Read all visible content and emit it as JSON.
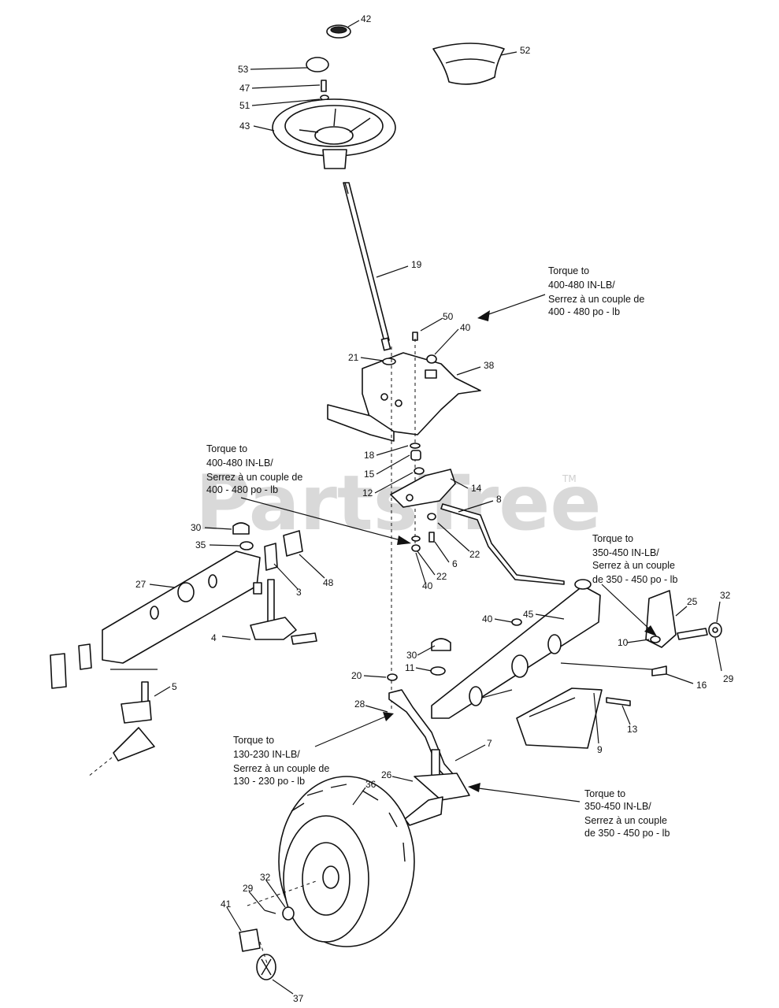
{
  "watermark": {
    "text": "PartsTree",
    "tm": "TM"
  },
  "callouts": {
    "c42": "42",
    "c52": "52",
    "c53": "53",
    "c47": "47",
    "c51": "51",
    "c43": "43",
    "c19": "19",
    "c50": "50",
    "c40a": "40",
    "c21": "21",
    "c38": "38",
    "c18": "18",
    "c15": "15",
    "c12": "12",
    "c14": "14",
    "c8": "8",
    "c22a": "22",
    "c6": "6",
    "c22b": "22",
    "c40b": "40",
    "c30a": "30",
    "c35": "35",
    "c48": "48",
    "c3": "3",
    "c27": "27",
    "c4": "4",
    "c5": "5",
    "c40c": "40",
    "c45": "45",
    "c10": "10",
    "c25": "25",
    "c32a": "32",
    "c29a": "29",
    "c16": "16",
    "c30b": "30",
    "c11": "11",
    "c20": "20",
    "c28": "28",
    "c13": "13",
    "c9": "9",
    "c7": "7",
    "c26": "26",
    "c36": "36",
    "c32b": "32",
    "c29b": "29",
    "c41": "41",
    "c37": "37"
  },
  "torque_notes": {
    "plate": [
      "Torque to",
      "400-480 IN-LB/",
      "Serrez à un couple de",
      "400 - 480 po - lb"
    ],
    "sector": [
      "Torque to",
      "400-480 IN-LB/",
      "Serrez à un couple de",
      "400 - 480 po - lb"
    ],
    "right_spindle": [
      "Torque to",
      "350-450 IN-LB/",
      "Serrez à un couple",
      "de 350 - 450 po - lb"
    ],
    "drag_link": [
      "Torque to",
      "130-230 IN-LB/",
      "Serrez à un couple de",
      "130 - 230 po - lb"
    ],
    "left_spindle": [
      "Torque to",
      "350-450 IN-LB/",
      "Serrez à un couple",
      "de 350 - 450 po - lb"
    ]
  }
}
